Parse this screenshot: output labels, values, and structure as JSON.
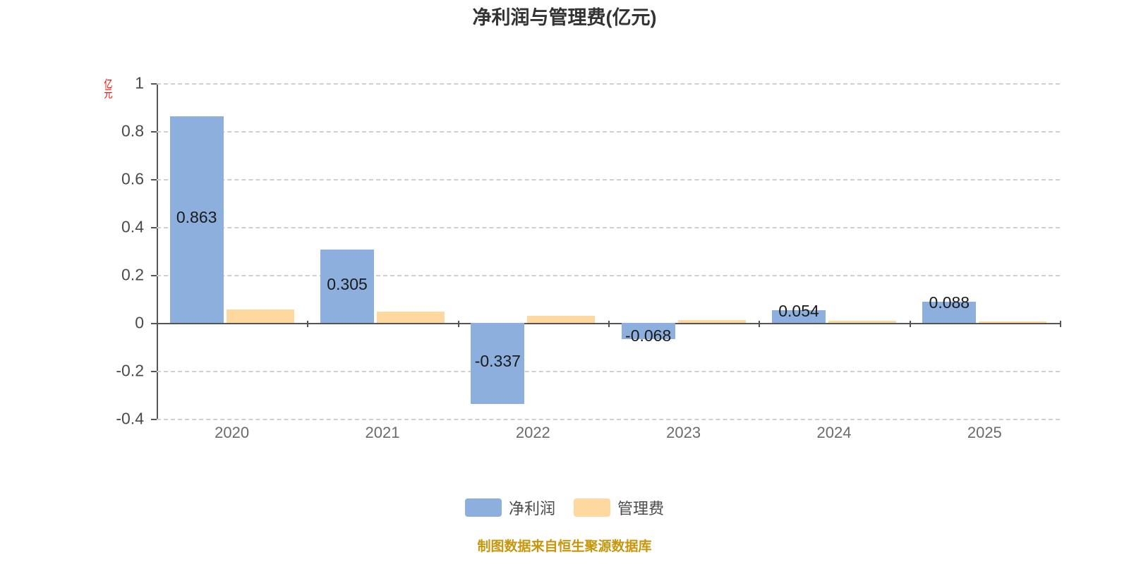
{
  "chart_data": {
    "type": "bar",
    "title": "净利润与管理费(亿元)",
    "xlabel": "",
    "ylabel": "亿元",
    "ylim": [
      -0.4,
      1
    ],
    "yticks": [
      "1",
      "0.8",
      "0.6",
      "0.4",
      "0.2",
      "0",
      "-0.2",
      "-0.4"
    ],
    "ytick_values": [
      1,
      0.8,
      0.6,
      0.4,
      0.2,
      0,
      -0.2,
      -0.4
    ],
    "grid": true,
    "legend_position": "bottom",
    "categories": [
      "2020",
      "2021",
      "2022",
      "2023",
      "2024",
      "2025"
    ],
    "series": [
      {
        "name": "净利润",
        "color": "#8cafdd",
        "values": [
          0.863,
          0.305,
          -0.337,
          -0.068,
          0.054,
          0.088
        ],
        "labels": [
          "0.863",
          "0.305",
          "-0.337",
          "-0.068",
          "0.054",
          "0.088"
        ]
      },
      {
        "name": "管理费",
        "color": "#fdd9a0",
        "values": [
          0.055,
          0.048,
          0.03,
          0.011,
          0.009,
          0.006
        ],
        "labels": [
          "",
          "",
          "",
          "",
          "",
          ""
        ]
      }
    ],
    "source_note": "制图数据来自恒生聚源数据库"
  },
  "legend": {
    "items": [
      {
        "label": "净利润",
        "color": "#8cafdd"
      },
      {
        "label": "管理费",
        "color": "#fdd9a0"
      }
    ]
  },
  "colors": {
    "net_profit": "#8cafdd",
    "admin_expense": "#fdd9a0",
    "axis": "#555555",
    "grid": "#cfcfcf",
    "title_text": "#333333",
    "tick_text": "#6b6b6b",
    "unit_text": "#ff0000",
    "footer_text": "#c8960c"
  }
}
